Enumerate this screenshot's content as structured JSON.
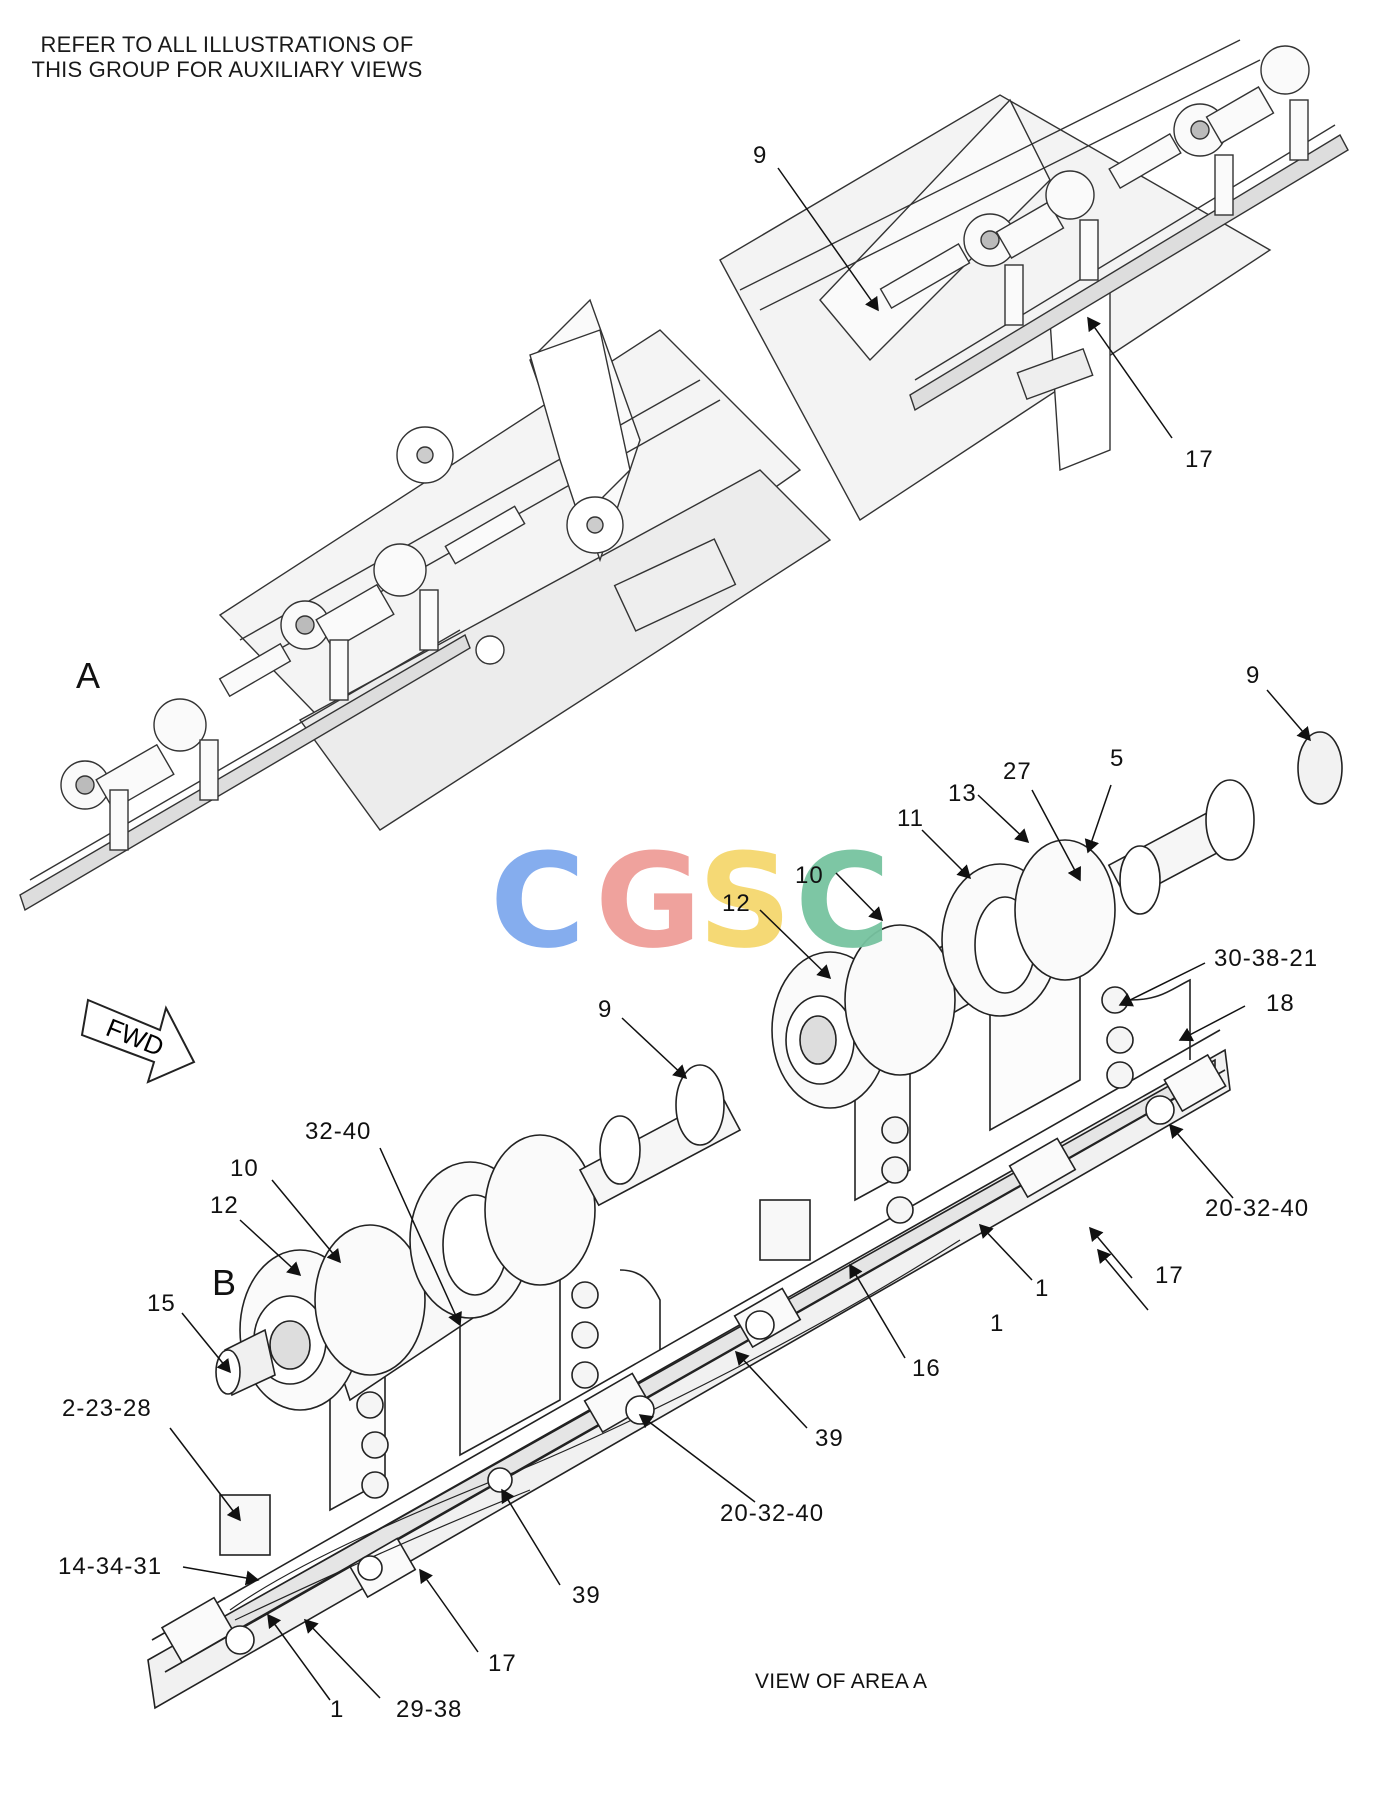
{
  "header_note": {
    "line1": "REFER TO ALL ILLUSTRATIONS OF",
    "line2": "THIS GROUP FOR AUXILIARY VIEWS"
  },
  "view_labels": {
    "a": "A",
    "b": "B"
  },
  "fwd_arrow": {
    "label": "FWD"
  },
  "caption": "VIEW OF AREA A",
  "watermark": {
    "letters": [
      {
        "char": "C",
        "color": "#7fa9ee"
      },
      {
        "char": "G",
        "color": "#ef9e98"
      },
      {
        "char": "S",
        "color": "#f5d86e"
      },
      {
        "char": "C",
        "color": "#77c3a0"
      }
    ]
  },
  "overview_callouts": {
    "c1": "9",
    "c2": "17"
  },
  "detail_callouts": {
    "c01": "9",
    "c02": "27",
    "c03": "5",
    "c04": "13",
    "c05": "11",
    "c06": "10",
    "c07": "12",
    "c08": "30-38-21",
    "c09": "18",
    "c10": "9",
    "c11": "32-40",
    "c12": "10",
    "c13": "12",
    "c14": "15",
    "c15": "20-32-40",
    "c16": "1",
    "c17": "1",
    "c18": "17",
    "c19": "16",
    "c20": "39",
    "c21": "2-23-28",
    "c22": "20-32-40",
    "c23": "39",
    "c24": "14-34-31",
    "c25": "17",
    "c26": "1",
    "c27": "29-38"
  }
}
